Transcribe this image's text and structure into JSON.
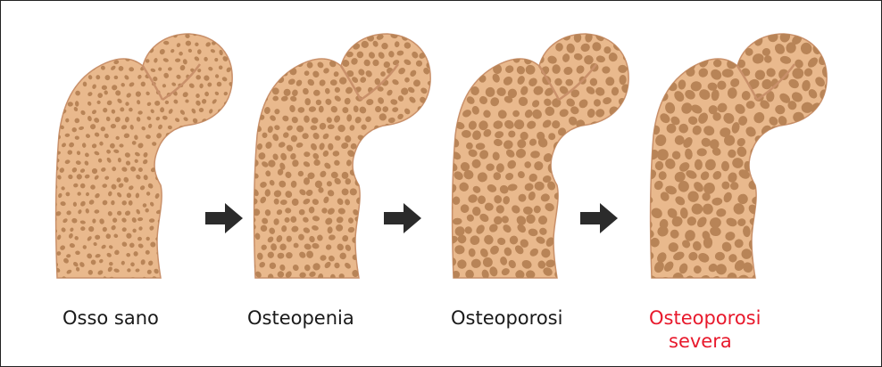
{
  "colors": {
    "bone_fill": "#e9b98d",
    "bone_outline": "#c9906a",
    "pores": "#b88457",
    "arrow": "#2b2b2b",
    "label_normal": "#1a1a1a",
    "label_severe": "#e8192c"
  },
  "stages": [
    {
      "label": "Osso sano",
      "lines": [
        "Osso sano"
      ],
      "porosity": "low"
    },
    {
      "label": "Osteopenia",
      "lines": [
        "Osteopenia"
      ],
      "porosity": "medium"
    },
    {
      "label": "Osteoporosi",
      "lines": [
        "Osteoporosi"
      ],
      "porosity": "high"
    },
    {
      "label": "Osteoporosi severa",
      "lines": [
        "Osteoporosi",
        "severa"
      ],
      "porosity": "severe"
    }
  ],
  "arrows": [
    "arrow-right-icon",
    "arrow-right-icon",
    "arrow-right-icon"
  ]
}
